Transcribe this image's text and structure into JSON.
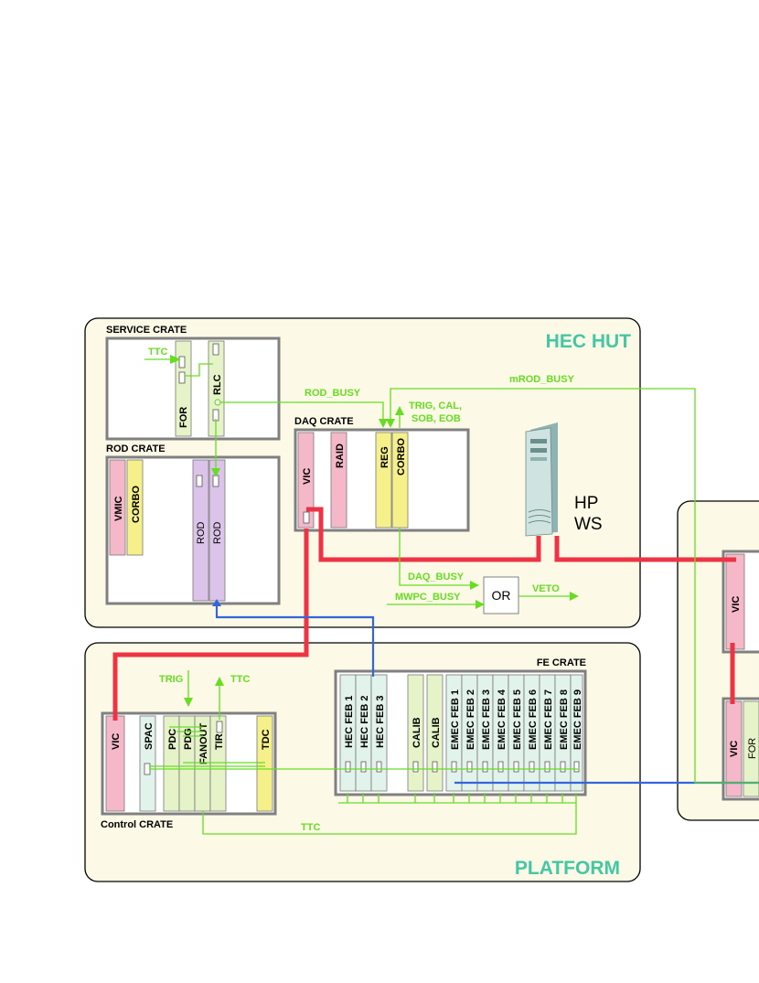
{
  "regions": {
    "hec_hut": "HEC HUT",
    "platform": "PLATFORM"
  },
  "crates": {
    "service": "SERVICE CRATE",
    "rod": "ROD CRATE",
    "daq": "DAQ CRATE",
    "fe": "FE CRATE",
    "control": "Control CRATE"
  },
  "modules": {
    "for": "FOR",
    "rlc": "RLC",
    "vmic": "VMIC",
    "corbo": "CORBO",
    "rod1": "ROD",
    "rod2": "ROD",
    "vic": "VIC",
    "raid": "RAID",
    "reg": "REG",
    "daq_corbo": "CORBO",
    "ctrl_vic": "VIC",
    "spac": "SPAC",
    "pdc": "PDC",
    "pdg": "PDG",
    "fanout": "FANOUT",
    "tir": "TIR",
    "tdc": "TDC",
    "hec_feb": [
      "HEC FEB 1",
      "HEC FEB 2",
      "HEC FEB 3"
    ],
    "calib": [
      "CALIB",
      "CALIB"
    ],
    "emec_feb": [
      "EMEC FEB 1",
      "EMEC FEB 2",
      "EMEC FEB 3",
      "EMEC FEB 4",
      "EMEC FEB 5",
      "EMEC FEB 6",
      "EMEC FEB 7",
      "EMEC FEB 8",
      "EMEC FEB 9"
    ],
    "right_vic1": "VIC",
    "right_vic2": "VIC",
    "right_for": "FOR"
  },
  "signals": {
    "ttc_in": "TTC",
    "rod_busy": "ROD_BUSY",
    "mrod_busy": "mROD_BUSY",
    "trig_cal": "TRIG, CAL,",
    "sob_eob": "SOB, EOB",
    "daq_busy": "DAQ_BUSY",
    "mwpc_busy": "MWPC_BUSY",
    "or_gate": "OR",
    "veto": "VETO",
    "trig": "TRIG",
    "ttc_out": "TTC",
    "ttc_bus": "TTC"
  },
  "workstation": {
    "line1": "HP",
    "line2": "WS"
  },
  "colors": {
    "region_bg": "#fcf9e6",
    "crate_border": "#808080",
    "signal_green": "#66dd22",
    "vme_red": "#ee3344",
    "link_blue": "#3366dd",
    "pink_module": "#f5b8c8",
    "yellow_module": "#f6f08a",
    "lavender_module": "#dcc3ea",
    "light_green_module": "#e6f3c9",
    "cyan_module": "#e2f3ec",
    "region_title": "#44c7a4"
  }
}
